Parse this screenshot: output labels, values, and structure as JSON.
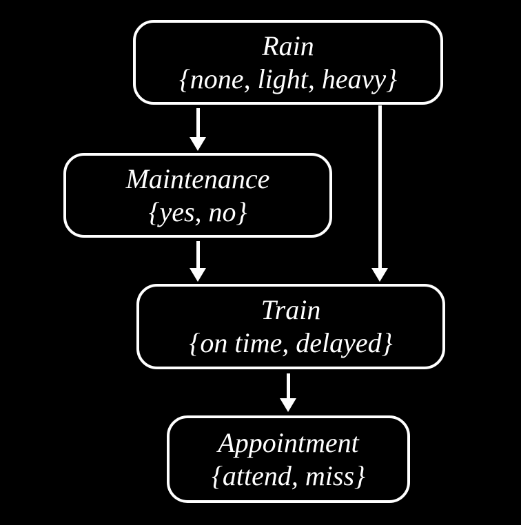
{
  "diagram": {
    "type": "bayesian-network",
    "colors": {
      "background": "#000000",
      "node_border": "#ffffff",
      "text": "#ffffff",
      "arrow": "#ffffff"
    },
    "nodes": {
      "rain": {
        "label": "Rain",
        "domain": "{none, light, heavy}"
      },
      "maintenance": {
        "label": "Maintenance",
        "domain": "{yes, no}"
      },
      "train": {
        "label": "Train",
        "domain": "{on time, delayed}"
      },
      "appointment": {
        "label": "Appointment",
        "domain": "{attend, miss}"
      }
    },
    "edges": [
      {
        "from": "Rain",
        "to": "Maintenance"
      },
      {
        "from": "Rain",
        "to": "Train"
      },
      {
        "from": "Maintenance",
        "to": "Train"
      },
      {
        "from": "Train",
        "to": "Appointment"
      }
    ]
  }
}
